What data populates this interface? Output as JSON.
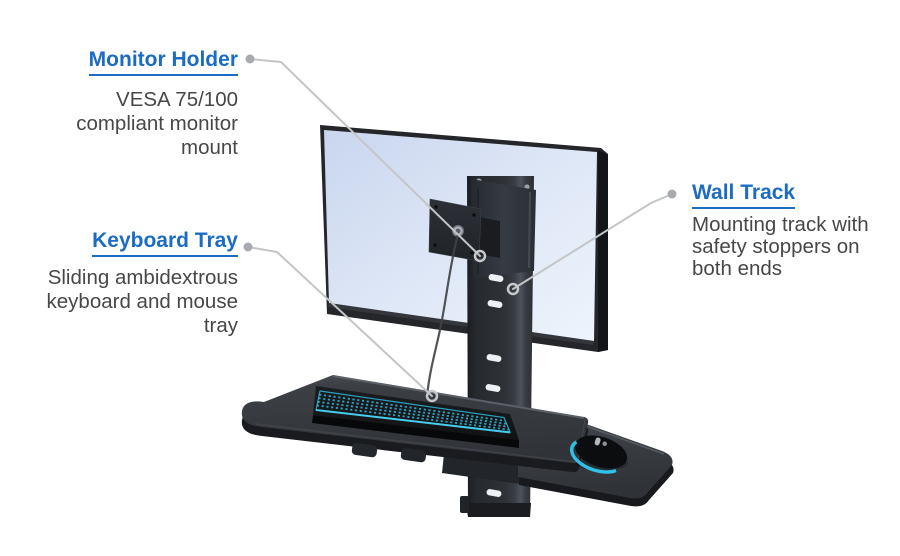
{
  "callouts": {
    "monitor_holder": {
      "title": "Monitor Holder",
      "desc_lines": [
        "VESA 75/100",
        "compliant monitor",
        "mount"
      ]
    },
    "keyboard_tray": {
      "title": "Keyboard Tray",
      "desc_lines": [
        "Sliding ambidextrous",
        "keyboard and mouse",
        "tray"
      ]
    },
    "wall_track": {
      "title": "Wall Track",
      "desc_lines": [
        "Mounting track with",
        "safety stoppers on",
        "both ends"
      ]
    }
  },
  "colors": {
    "accent_blue": "#1b6cc2",
    "description_gray": "#474747",
    "callout_line_gray": "#c3c5c7",
    "screen_blue_top": "#c6d3ec",
    "screen_blue_bottom": "#eff4fd",
    "glow_cyan": "#2fc8f0",
    "hardware_dark": "#2a2d31",
    "background": "#ffffff"
  },
  "illustration": {
    "parts": [
      "monitor",
      "vesa-mount",
      "wall-track",
      "keyboard-tray",
      "keyboard",
      "mouse-tray",
      "mouse"
    ]
  }
}
